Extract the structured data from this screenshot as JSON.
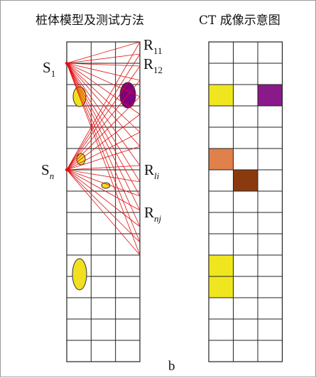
{
  "left_panel": {
    "title": "桩体模型及测试方法",
    "rows": 15,
    "cols": 3,
    "sources": [
      {
        "id": "s1",
        "base": "S",
        "sub": "1"
      },
      {
        "id": "sn",
        "base": "S",
        "sub": "n"
      }
    ],
    "receivers": [
      {
        "id": "r11",
        "base": "R",
        "sub": "11"
      },
      {
        "id": "r12",
        "base": "R",
        "sub": "12"
      },
      {
        "id": "rli",
        "base": "R",
        "sub": "li"
      },
      {
        "id": "rnj",
        "base": "R",
        "sub": "nj"
      }
    ],
    "ray_color": "#e01010",
    "anomalies": [
      {
        "id": "yellow-ellipse-upper",
        "color": "#f0e020"
      },
      {
        "id": "purple-ellipse",
        "color": "#800080"
      },
      {
        "id": "yellow-small-ellipse-middle",
        "color": "#f0e020"
      },
      {
        "id": "yellow-tiny-ellipse",
        "color": "#f0e020"
      },
      {
        "id": "yellow-ellipse-lower",
        "color": "#f0e020"
      }
    ]
  },
  "right_panel": {
    "title": "CT 成像示意图",
    "rows": 15,
    "cols": 3,
    "filled_cells": [
      {
        "row": 2,
        "col": 0,
        "color": "#f0e620"
      },
      {
        "row": 2,
        "col": 2,
        "color": "#8a1a8a"
      },
      {
        "row": 5,
        "col": 0,
        "color": "#e0804a"
      },
      {
        "row": 6,
        "col": 1,
        "color": "#8b3a10"
      },
      {
        "row": 10,
        "col": 0,
        "color": "#f0e620"
      },
      {
        "row": 11,
        "col": 0,
        "color": "#f0e620"
      }
    ]
  },
  "caption": "b"
}
